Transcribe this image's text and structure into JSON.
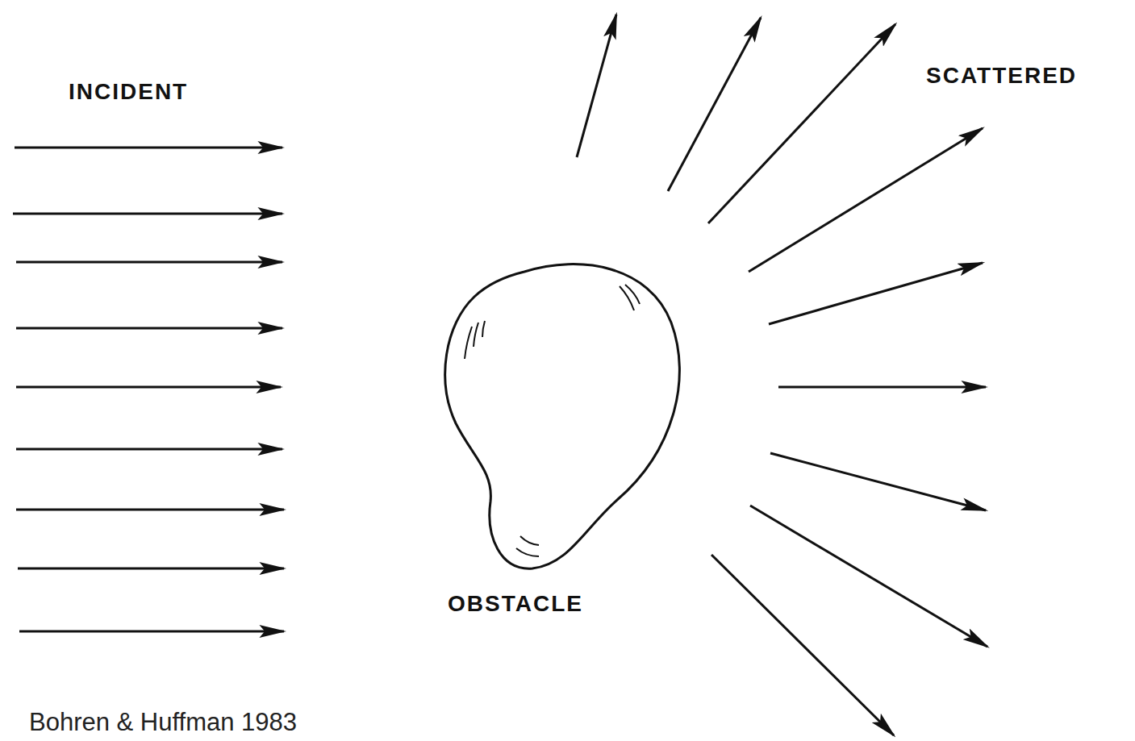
{
  "diagram": {
    "caption": "Bohren & Huffman 1983",
    "labels": [
      "INCIDENT",
      "SCATTERED",
      "OBSTACLE"
    ]
  }
}
